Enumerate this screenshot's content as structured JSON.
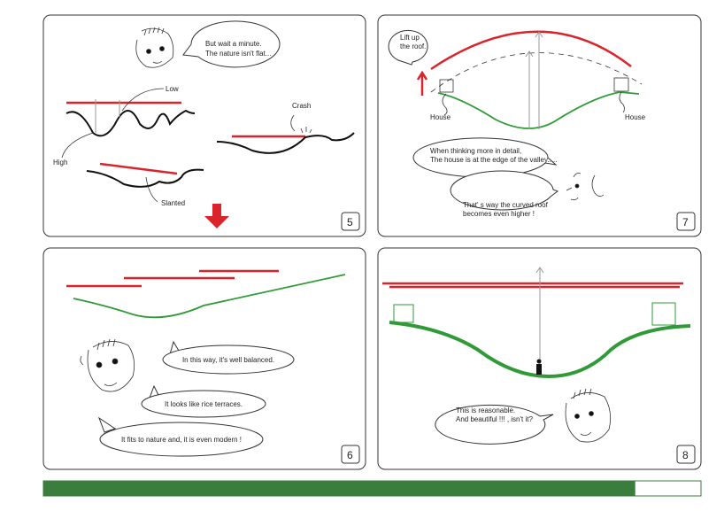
{
  "panels": [
    {
      "number": "5",
      "speech": [
        "But wait a minute.",
        "The nature isn't flat..."
      ],
      "labels": {
        "low": "Low",
        "high": "High",
        "crash": "Crash",
        "slanted": "Slanted"
      }
    },
    {
      "number": "7",
      "speech_lift": [
        "Lift up",
        "the roof."
      ],
      "speech_detail": [
        "When thinking more in detail,",
        "The house is at the edge of the valley....."
      ],
      "speech_higher": [
        "That' s way the curved roof",
        "becomes even higher !"
      ],
      "labels": {
        "house_left": "House",
        "house_right": "House"
      }
    },
    {
      "number": "6",
      "speech": [
        "In this way, it's well balanced.",
        "It looks like rice terraces.",
        "It fits to nature and, it is even modern !"
      ]
    },
    {
      "number": "8",
      "speech": [
        "This is reasonable.",
        "And beautiful !!! , isn't it?"
      ]
    }
  ],
  "colors": {
    "accent_red": "#d8242a",
    "ground_green": "#2f9a37",
    "progress_green": "#3a7d3c"
  },
  "progress": {
    "fraction": 0.9
  }
}
